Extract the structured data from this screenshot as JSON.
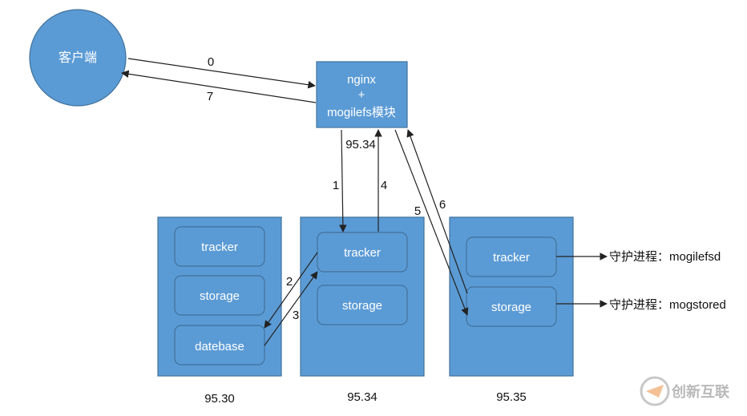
{
  "nodes": {
    "client": {
      "label": "客户端"
    },
    "proxy": {
      "line1": "nginx",
      "line2": "+",
      "line3": "mogilefs模块"
    }
  },
  "servers": [
    {
      "ip": "95.30",
      "modules": [
        "tracker",
        "storage",
        "datebase"
      ]
    },
    {
      "ip": "95.34",
      "modules": [
        "tracker",
        "storage"
      ]
    },
    {
      "ip": "95.35",
      "modules": [
        "tracker",
        "storage"
      ]
    }
  ],
  "proxy_ip": "95.34",
  "edges": [
    "0",
    "7",
    "1",
    "4",
    "5",
    "6",
    "2",
    "3"
  ],
  "daemons": {
    "tracker": "守护进程：mogilefsd",
    "storage": "守护进程：mogstored"
  },
  "watermark": {
    "text": "创新互联"
  },
  "colors": {
    "fill": "#5b9bd5",
    "stroke": "#41719c",
    "text_on_fill": "#ffffff",
    "line": "#222222"
  }
}
